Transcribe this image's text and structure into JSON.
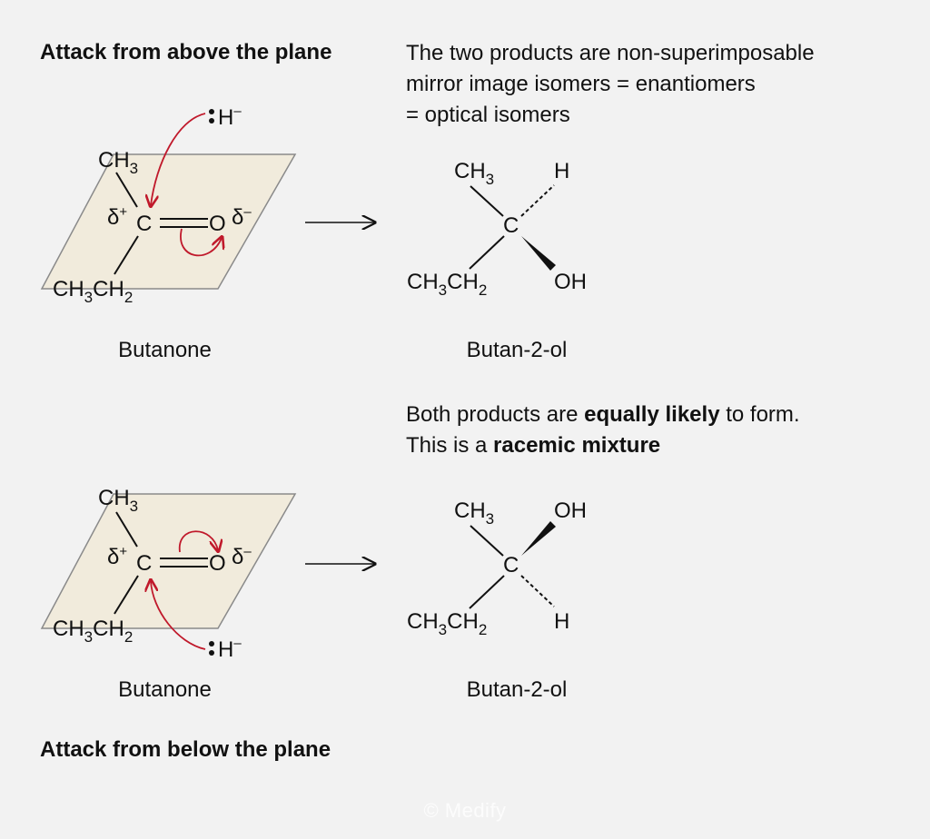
{
  "top": {
    "heading": "Attack from above the plane",
    "reactant_caption": "Butanone",
    "product_caption": "Butan-2-ol",
    "explanation": {
      "line1": "The two products are non-superimposable",
      "line2": "mirror image isomers = enantiomers",
      "line3": "= optical isomers"
    }
  },
  "middle": {
    "line1_pre": "Both products are ",
    "line1_bold": "equally likely",
    "line1_post": " to form.",
    "line2_pre": "This is a ",
    "line2_bold": "racemic mixture"
  },
  "bottom": {
    "heading": "Attack from below the plane",
    "reactant_caption": "Butanone",
    "product_caption": "Butan-2-ol"
  },
  "chem": {
    "CH3_base": "CH",
    "sub_3": "3",
    "sub_2": "2",
    "CH3CH2_a": "CH",
    "CH3CH2_b": "CH",
    "C": "C",
    "O": "O",
    "H": "H",
    "OH": "OH",
    "delta": "δ",
    "plus": "+",
    "minus": "–",
    "hydride_H": "H"
  },
  "watermark": "© Medify",
  "colors": {
    "background": "#f2f2f2",
    "plane_fill": "#f1ebdc",
    "plane_stroke": "#8a8a8a",
    "arrow_red": "#c0192b",
    "ink": "#111111"
  }
}
